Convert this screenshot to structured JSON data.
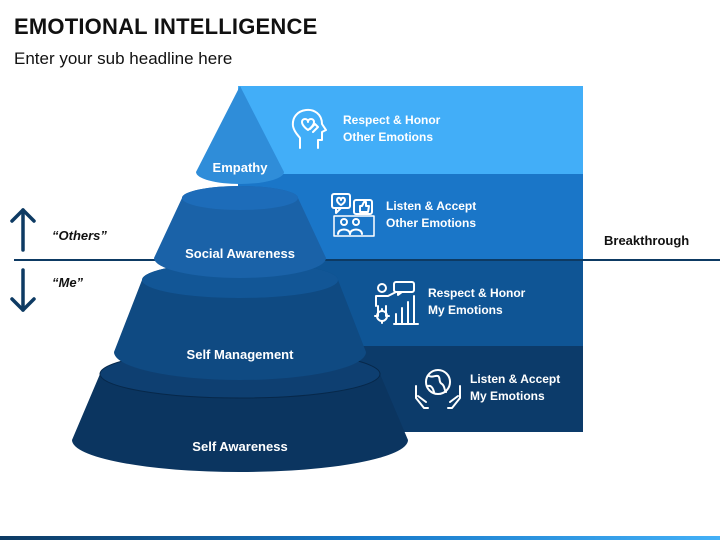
{
  "header": {
    "title": "EMOTIONAL INTELLIGENCE",
    "subtitle": "Enter your sub headline here"
  },
  "tiers": [
    {
      "label": "Empathy",
      "color": "#2f8dd9"
    },
    {
      "label": "Social Awareness",
      "color": "#1a62a8"
    },
    {
      "label": "Self Management",
      "color": "#0f4a82"
    },
    {
      "label": "Self Awareness",
      "color": "#0b3560"
    }
  ],
  "bands": [
    {
      "line1": "Respect & Honor",
      "line2": "Other Emotions",
      "color": "#42aef8",
      "icon": "head-heart-icon"
    },
    {
      "line1": "Listen & Accept",
      "line2": "Other Emotions",
      "color": "#1a76c8",
      "icon": "chat-bubbles-icon"
    },
    {
      "line1": "Respect & Honor",
      "line2": "My Emotions",
      "color": "#0f5595",
      "icon": "presenter-chart-icon"
    },
    {
      "line1": "Listen & Accept",
      "line2": "My Emotions",
      "color": "#0c3b6a",
      "icon": "globe-hands-icon"
    }
  ],
  "divider": {
    "label": "Breakthrough",
    "others_label": "“Others”",
    "me_label": "“Me”"
  }
}
